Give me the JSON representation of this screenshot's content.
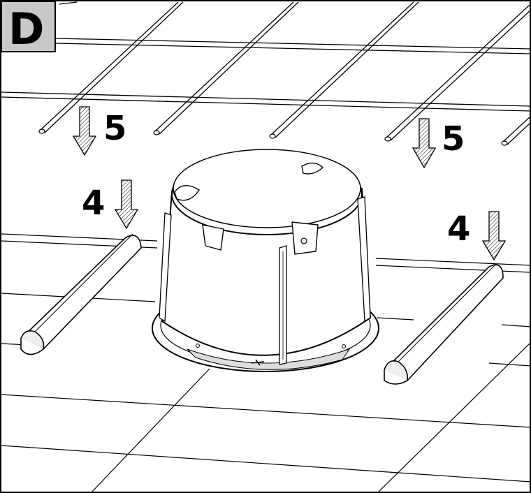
{
  "figure": {
    "panel_label": "D",
    "step_labels": {
      "step_5_left": "5",
      "step_5_right": "5",
      "step_4_left": "4",
      "step_4_right": "4"
    }
  },
  "colors": {
    "line": "#000000",
    "background": "#ffffff",
    "panel_box": "#c8c8c8",
    "shadow": "#eeeeee"
  }
}
